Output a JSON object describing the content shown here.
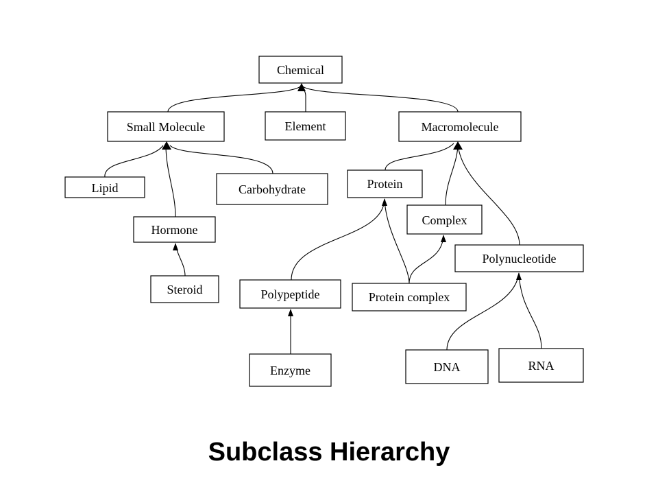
{
  "caption": "Subclass Hierarchy",
  "nodes": {
    "chemical": "Chemical",
    "small_molecule": "Small Molecule",
    "element": "Element",
    "macromolecule": "Macromolecule",
    "lipid": "Lipid",
    "carbohydrate": "Carbohydrate",
    "hormone": "Hormone",
    "steroid": "Steroid",
    "protein": "Protein",
    "complex": "Complex",
    "polynucleotide": "Polynucleotide",
    "polypeptide": "Polypeptide",
    "protein_complex": "Protein complex",
    "enzyme": "Enzyme",
    "dna": "DNA",
    "rna": "RNA"
  },
  "edges": [
    {
      "child": "Small Molecule",
      "parent": "Chemical"
    },
    {
      "child": "Element",
      "parent": "Chemical"
    },
    {
      "child": "Macromolecule",
      "parent": "Chemical"
    },
    {
      "child": "Lipid",
      "parent": "Small Molecule"
    },
    {
      "child": "Hormone",
      "parent": "Small Molecule"
    },
    {
      "child": "Carbohydrate",
      "parent": "Small Molecule"
    },
    {
      "child": "Steroid",
      "parent": "Hormone"
    },
    {
      "child": "Protein",
      "parent": "Macromolecule"
    },
    {
      "child": "Complex",
      "parent": "Macromolecule"
    },
    {
      "child": "Polynucleotide",
      "parent": "Macromolecule"
    },
    {
      "child": "Polypeptide",
      "parent": "Protein"
    },
    {
      "child": "Protein complex",
      "parent": "Protein"
    },
    {
      "child": "Protein complex",
      "parent": "Complex"
    },
    {
      "child": "Enzyme",
      "parent": "Polypeptide"
    },
    {
      "child": "DNA",
      "parent": "Polynucleotide"
    },
    {
      "child": "RNA",
      "parent": "Polynucleotide"
    }
  ]
}
